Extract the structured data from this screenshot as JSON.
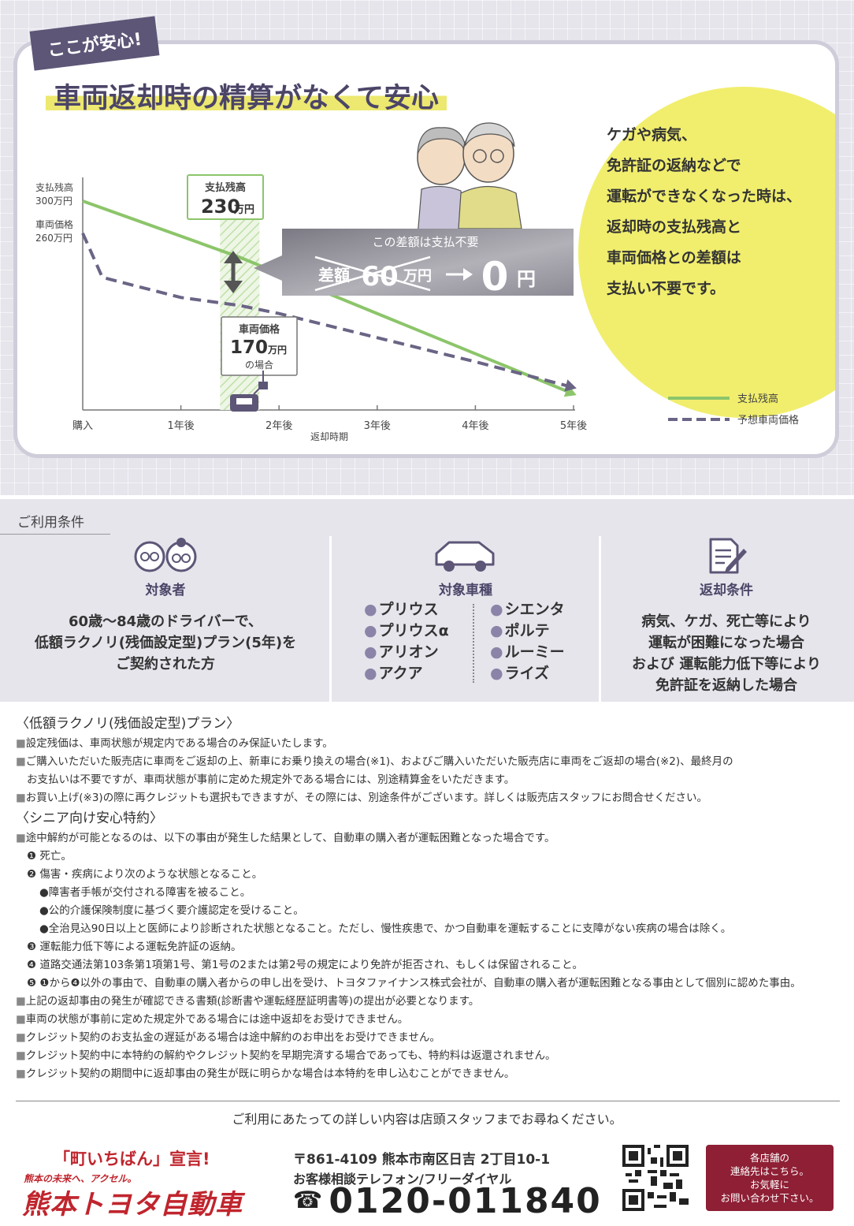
{
  "badge": "ここが安心!",
  "headline": "車両返却時の精算がなくて安心",
  "yellow_text": [
    "ケガや病気、",
    "免許証の返納などで",
    "運転ができなくなった時は、",
    "返却時の支払残高と",
    "車両価格との差額は",
    "支払い不要です。"
  ],
  "chart_data": {
    "type": "line",
    "categories": [
      "購入",
      "1年後",
      "2年後",
      "3年後",
      "4年後",
      "5年後"
    ],
    "xlabel": "返却時期",
    "ylabel": "",
    "y_labels": [
      {
        "label": "支払残高",
        "value_text": "300万円",
        "value": 300
      },
      {
        "label": "車両価格",
        "value_text": "260万円",
        "value": 260
      }
    ],
    "x": [
      0,
      0.2,
      1,
      1.6,
      2,
      3,
      4,
      5
    ],
    "series": [
      {
        "name": "支払残高",
        "color": "#8cc56a",
        "style": "solid",
        "points": [
          [
            0,
            300
          ],
          [
            1.6,
            230
          ],
          [
            5,
            60
          ]
        ]
      },
      {
        "name": "予想車両価格",
        "color": "#6a6485",
        "style": "dashed",
        "points": [
          [
            0,
            260
          ],
          [
            0.2,
            205
          ],
          [
            1,
            180
          ],
          [
            1.6,
            170
          ],
          [
            2,
            160
          ],
          [
            3,
            130
          ],
          [
            4,
            100
          ],
          [
            5,
            68
          ]
        ]
      }
    ],
    "annotations": {
      "balance_label": "支払残高",
      "balance_value": "230",
      "balance_unit": "万円",
      "price_label": "車両価格",
      "price_value": "170",
      "price_unit": "万円",
      "price_suffix": "の場合",
      "diff_caption": "この差額は支払不要",
      "diff_before_label": "差額",
      "diff_before_value": "60",
      "diff_before_unit": "万円",
      "diff_after_value": "0",
      "diff_after_unit": "円"
    },
    "legend_position": "bottom-right",
    "colors": {
      "balance": "#8cc56a",
      "price": "#6a6485"
    }
  },
  "conditions": {
    "tab": "ご利用条件",
    "target": {
      "title": "対象者",
      "text": [
        "60歳〜84歳のドライバーで、",
        "低額ラクノリ(残価設定型)プラン(5年)を",
        "ご契約された方"
      ]
    },
    "models": {
      "title": "対象車種",
      "left": [
        "プリウス",
        "プリウスα",
        "アリオン",
        "アクア"
      ],
      "right": [
        "シエンタ",
        "ポルテ",
        "ルーミー",
        "ライズ"
      ]
    },
    "return": {
      "title": "返却条件",
      "text": [
        "病気、ケガ、死亡等により",
        "運転が困難になった場合",
        "および 運転能力低下等により",
        "免許証を返納した場合"
      ]
    }
  },
  "notes": {
    "h1": "〈低額ラクノリ(残価設定型)プラン〉",
    "p1": "設定残価は、車両状態が規定内である場合のみ保証いたします。",
    "p2": "ご購入いただいた販売店に車両をご返却の上、新車にお乗り換えの場合(※1)、およびご購入いただいた販売店に車両をご返却の場合(※2)、最終月の",
    "p2b": "お支払いは不要ですが、車両状態が事前に定めた規定外である場合には、別途精算金をいただきます。",
    "p3": "お買い上げ(※3)の際に再クレジットも選択もできますが、その際には、別途条件がございます。詳しくは販売店スタッフにお問合せください。",
    "h2": "〈シニア向け安心特約〉",
    "q1": "途中解約が可能となるのは、以下の事由が発生した結果として、自動車の購入者が運転困難となった場合です。",
    "n1": "❶ 死亡。",
    "n2": "❷ 傷害・疾病により次のような状態となること。",
    "b1": "●障害者手帳が交付される障害を被ること。",
    "b2": "●公的介護保険制度に基づく要介護認定を受けること。",
    "b3": "●全治見込90日以上と医師により診断された状態となること。ただし、慢性疾患で、かつ自動車を運転することに支障がない疾病の場合は除く。",
    "n3": "❸ 運転能力低下等による運転免許証の返納。",
    "n4": "❹ 道路交通法第103条第1項第1号、第1号の2または第2号の規定により免許が拒否され、もしくは保留されること。",
    "n5": "❺ ❶から❹以外の事由で、自動車の購入者からの申し出を受け、トヨタファイナンス株式会社が、自動車の購入者が運転困難となる事由として個別に認めた事由。",
    "q2": "上記の返却事由の発生が確認できる書類(診断書や運転経歴証明書等)の提出が必要となります。",
    "q3": "車両の状態が事前に定めた規定外である場合には途中返却をお受けできません。",
    "q4": "クレジット契約のお支払金の遅延がある場合は途中解約のお申出をお受けできません。",
    "q5": "クレジット契約中に本特約の解約やクレジット契約を早期完済する場合であっても、特約料は返還されません。",
    "q6": "クレジット契約の期間中に返却事由の発生が既に明らかな場合は本特約を申し込むことができません。"
  },
  "contact_note": "ご利用にあたっての詳しい内容は店頭スタッフまでお尋ねください。",
  "footer": {
    "slogan": "「町いちばん」宣言!",
    "tagline": "熊本の未来へ、アクセル。",
    "brand": "熊本トヨタ自動車",
    "address": "〒861-4109 熊本市南区日吉 2丁目10-1",
    "tel_label": "お客様相談テレフォン/フリーダイヤル",
    "tel": "0120-011840",
    "red_box": [
      "各店舗の",
      "連絡先はこちら。",
      "お気軽に",
      "お問い合わせ下さい。"
    ]
  }
}
